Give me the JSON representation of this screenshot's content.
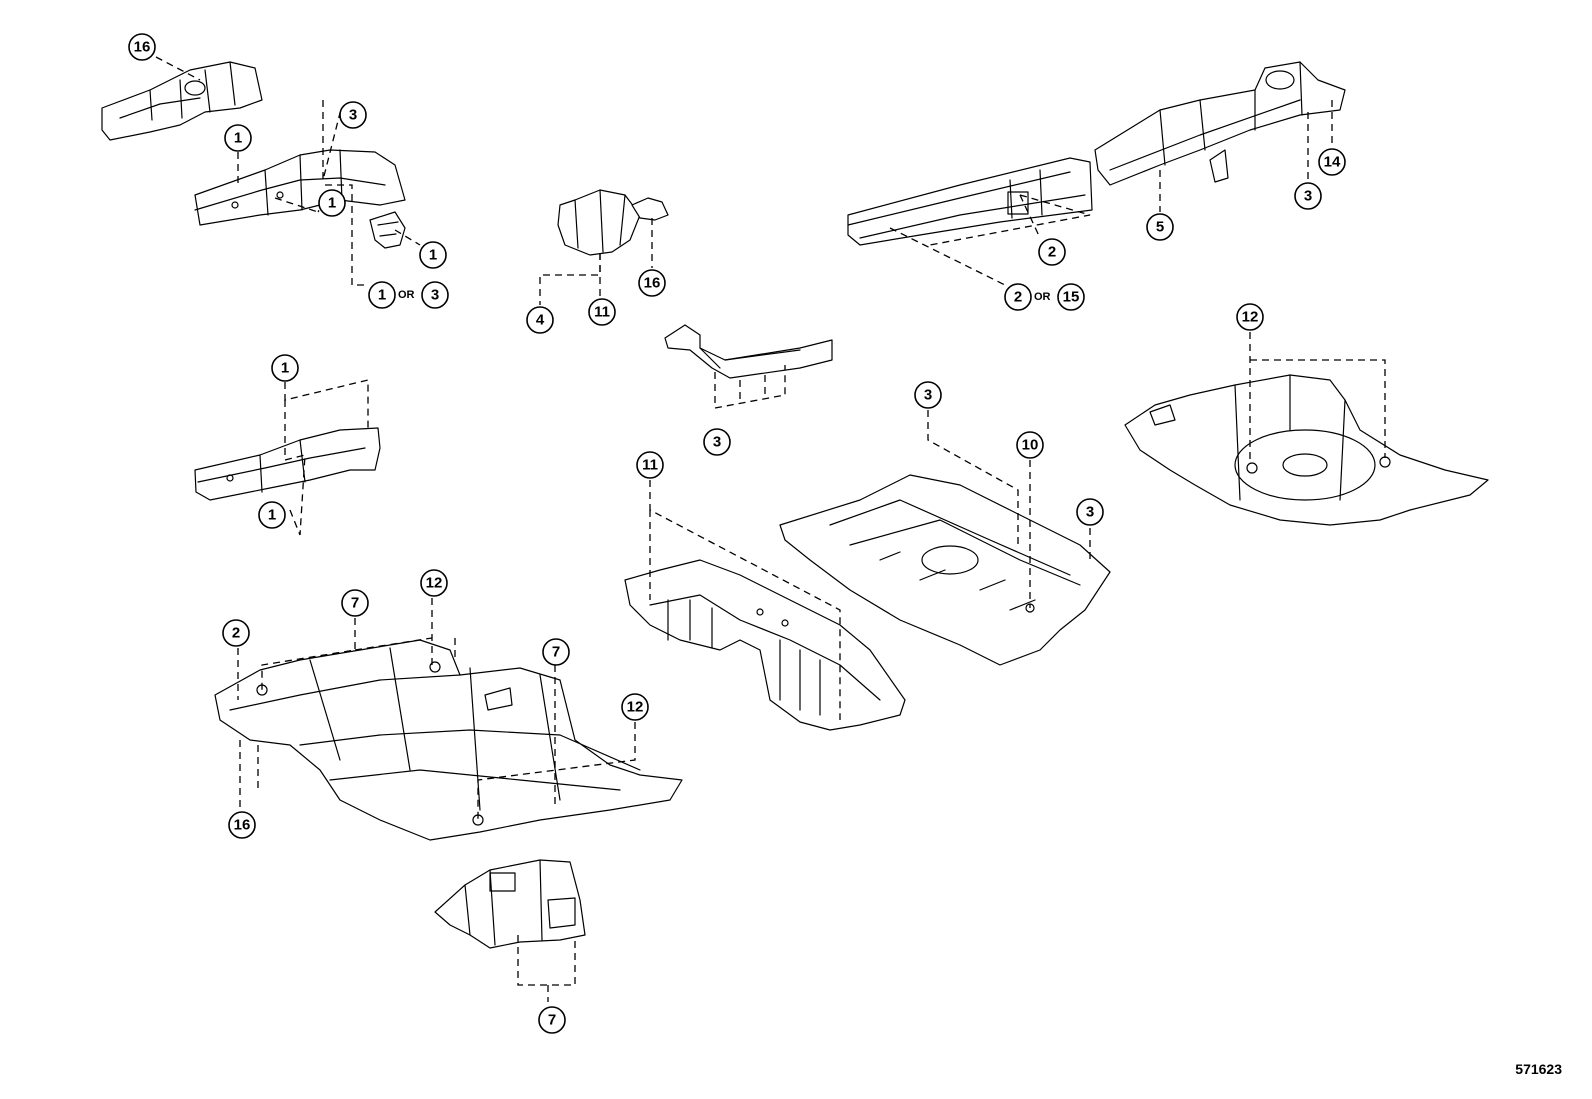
{
  "diagram_id": "571623",
  "or_label": "OR",
  "callouts": [
    {
      "id": "c-16-a",
      "label": "16"
    },
    {
      "id": "c-3-a",
      "label": "3"
    },
    {
      "id": "c-1-a",
      "label": "1"
    },
    {
      "id": "c-1-b",
      "label": "1"
    },
    {
      "id": "c-1-c",
      "label": "1"
    },
    {
      "id": "c-1-d",
      "label": "1"
    },
    {
      "id": "c-3-b",
      "label": "3"
    },
    {
      "id": "c-4",
      "label": "4"
    },
    {
      "id": "c-11-a",
      "label": "11"
    },
    {
      "id": "c-16-b",
      "label": "16"
    },
    {
      "id": "c-2-a",
      "label": "2"
    },
    {
      "id": "c-2-b",
      "label": "2"
    },
    {
      "id": "c-15",
      "label": "15"
    },
    {
      "id": "c-5",
      "label": "5"
    },
    {
      "id": "c-3-c",
      "label": "3"
    },
    {
      "id": "c-14",
      "label": "14"
    },
    {
      "id": "c-1-e",
      "label": "1"
    },
    {
      "id": "c-1-f",
      "label": "1"
    },
    {
      "id": "c-3-d",
      "label": "3"
    },
    {
      "id": "c-12-a",
      "label": "12"
    },
    {
      "id": "c-3-e",
      "label": "3"
    },
    {
      "id": "c-10",
      "label": "10"
    },
    {
      "id": "c-3-f",
      "label": "3"
    },
    {
      "id": "c-11-b",
      "label": "11"
    },
    {
      "id": "c-2-c",
      "label": "2"
    },
    {
      "id": "c-7-a",
      "label": "7"
    },
    {
      "id": "c-12-b",
      "label": "12"
    },
    {
      "id": "c-7-b",
      "label": "7"
    },
    {
      "id": "c-12-c",
      "label": "12"
    },
    {
      "id": "c-16-c",
      "label": "16"
    },
    {
      "id": "c-7-c",
      "label": "7"
    }
  ]
}
